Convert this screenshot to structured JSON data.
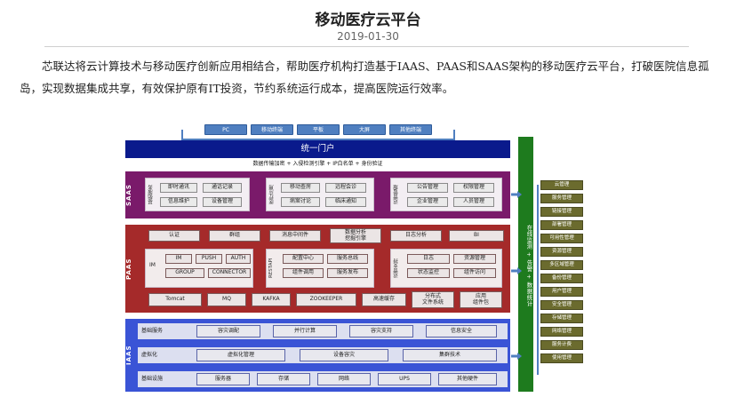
{
  "header": {
    "title": "移动医疗云平台",
    "date": "2019-01-30",
    "paragraph": "芯联达将云计算技术与移动医疗创新应用相结合，帮助医疗机构打造基于IAAS、PAAS和SAAS架构的移动医疗云平台，打破医院信息孤岛，实现数据集成共享，有效保护原有IT投资，节约系统运行成本，提高医院运行效率。"
  },
  "diagram": {
    "devices": [
      "PC",
      "移动终端",
      "平板",
      "大屏",
      "其他终端"
    ],
    "portal": "统一门户",
    "transfer": "数据传输加密 + 入侵检测引擎 + IP白名单 + 身份验证",
    "saas": {
      "label": "SAAS",
      "groups": [
        {
          "label": "基础服务",
          "items": [
            "即时通讯",
            "通话记录",
            "信息维护",
            "设备管理"
          ]
        },
        {
          "label": "医疗应用",
          "items": [
            "移动查房",
            "远程会诊",
            "病案讨论",
            "临床通知"
          ]
        },
        {
          "label": "运营管理",
          "items": [
            "公告管理",
            "权限管理",
            "企业管理",
            "人员管理"
          ]
        }
      ]
    },
    "paas": {
      "label": "PAAS",
      "row1": [
        "认证",
        "群组",
        "消息中间件",
        "数据分析\n挖掘引擎",
        "日志分析",
        "BI"
      ],
      "im": {
        "label": "IM",
        "items": [
          "IM",
          "PUSH",
          "AUTH",
          "GROUP",
          "CONNECTOR"
        ]
      },
      "restapi": {
        "label": "RESTAPI",
        "items": [
          "配置中心",
          "服务总线",
          "组件调用",
          "服务发布"
        ]
      },
      "ops": {
        "label": "运营支持",
        "items": [
          "日志",
          "资源管理",
          "状态监控",
          "组件访问"
        ]
      },
      "row3": [
        "Tomcat",
        "MQ",
        "KAFKA",
        "ZOOKEEPER",
        "高速缓存",
        "分布式\n文件系统",
        "应用\n组件包"
      ]
    },
    "iaas": {
      "label": "IAAS",
      "rows": [
        {
          "label": "基础服务",
          "items": [
            "容灾调配",
            "并行计算",
            "容灾支持",
            "信息安全"
          ]
        },
        {
          "label": "虚拟化",
          "items": [
            "虚拟化管理",
            "设备容灾",
            "集群技术"
          ]
        },
        {
          "label": "基础设施",
          "items": [
            "服务器",
            "存储",
            "网络",
            "UPS",
            "其他硬件"
          ]
        }
      ]
    },
    "greenbar": "在线监测 + 告警 + 数据统计",
    "management": [
      "云管理",
      "服务管理",
      "链接管理",
      "部署管理",
      "可用性管理",
      "资源管理",
      "多区域管理",
      "备份管理",
      "用户管理",
      "安全管理",
      "存储管理",
      "网络管理",
      "服务计费",
      "使用管理"
    ]
  }
}
